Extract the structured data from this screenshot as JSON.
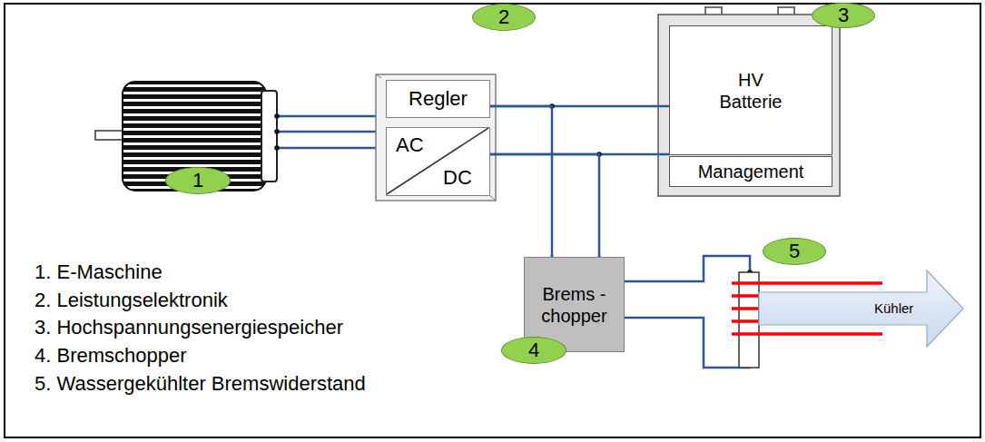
{
  "diagram": {
    "nodes": [
      {
        "text": [
          "Regler"
        ]
      },
      {
        "text": [
          "AC",
          "DC"
        ]
      },
      {
        "text": [
          "HV Batterie"
        ]
      },
      {
        "text": [
          "Management"
        ]
      },
      {
        "text": [
          "Brems -chopper"
        ]
      },
      {
        "text": [
          "Kühler"
        ]
      }
    ],
    "edges": [
      {
        "from": 0,
        "to": 2,
        "arrow": "none"
      },
      {
        "from": 1,
        "to": 2,
        "arrow": "none"
      },
      {
        "from": 0,
        "to": 4,
        "arrow": "none"
      },
      {
        "from": 1,
        "to": 4,
        "arrow": "none"
      }
    ],
    "labels": [
      "1",
      "2",
      "3",
      "4",
      "5",
      "1. E-Maschine",
      "2. Leistungselektronik",
      "3. Hochspannungsenergiespeicher",
      "4. Bremschopper",
      "5. Wassergekühlter Bremswiderstand"
    ]
  }
}
